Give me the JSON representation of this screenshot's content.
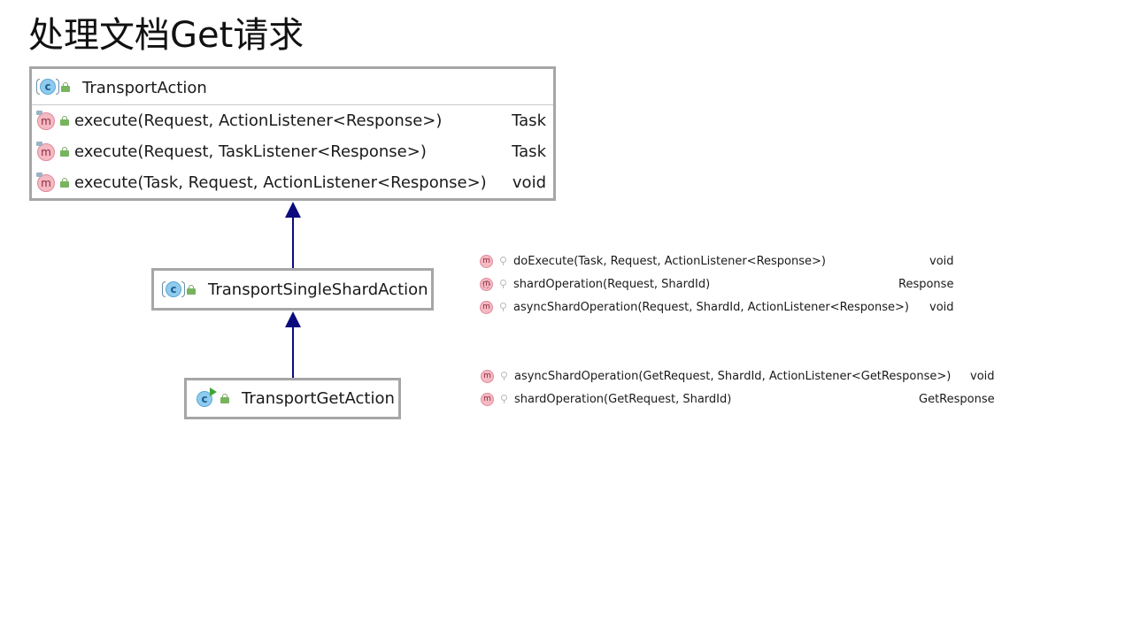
{
  "title": "处理文档Get请求",
  "classes": {
    "transport_action": {
      "name": "TransportAction",
      "methods": [
        {
          "signature": "execute(Request, ActionListener<Response>)",
          "return_type": "Task"
        },
        {
          "signature": "execute(Request, TaskListener<Response>)",
          "return_type": "Task"
        },
        {
          "signature": "execute(Task, Request, ActionListener<Response>)",
          "return_type": "void"
        }
      ]
    },
    "transport_single_shard_action": {
      "name": "TransportSingleShardAction"
    },
    "transport_get_action": {
      "name": "TransportGetAction"
    }
  },
  "single_shard_methods": [
    {
      "signature": "doExecute(Task, Request, ActionListener<Response>)",
      "return_type": "void"
    },
    {
      "signature": "shardOperation(Request, ShardId)",
      "return_type": "Response"
    },
    {
      "signature": "asyncShardOperation(Request, ShardId, ActionListener<Response>)",
      "return_type": "void"
    }
  ],
  "get_action_methods": [
    {
      "signature": "asyncShardOperation(GetRequest, ShardId, ActionListener<GetResponse>)",
      "return_type": "void"
    },
    {
      "signature": "shardOperation(GetRequest, ShardId)",
      "return_type": "GetResponse"
    }
  ],
  "icons": {
    "class": "class-icon",
    "abstract_class": "abstract-class-icon",
    "runnable_class": "runnable-class-icon",
    "method": "method-icon",
    "abstract_method": "abstract-method-icon",
    "public": "public-lock-icon",
    "protected": "protected-key-icon"
  },
  "colors": {
    "arrow": "#0b0b7e",
    "box_border": "#a6a6a6",
    "class_icon": "#8fcbee",
    "method_icon": "#f5b9c3",
    "visibility_icon": "#78b45e"
  }
}
